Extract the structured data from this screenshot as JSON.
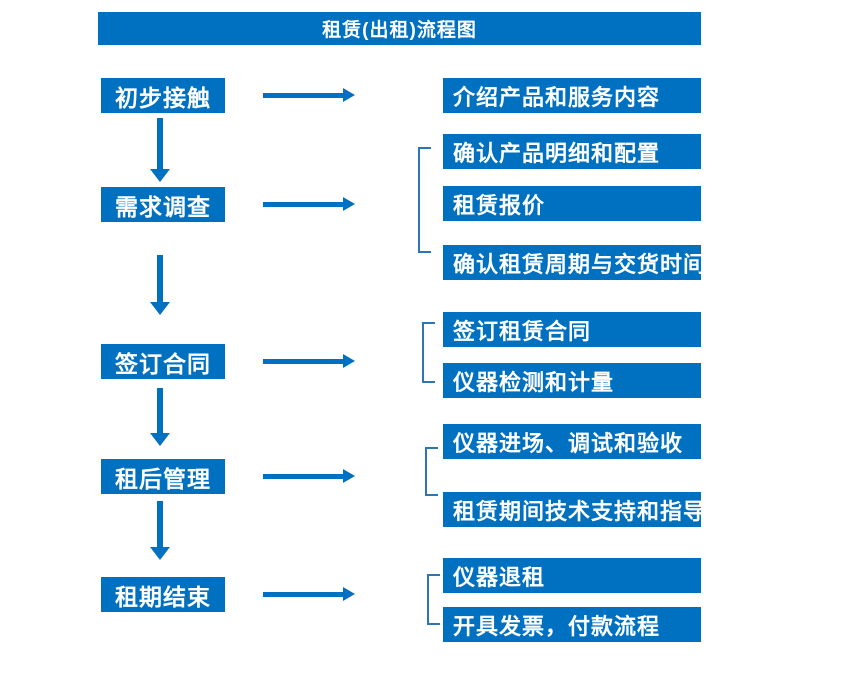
{
  "title": "租赁(出租)流程图",
  "colors": {
    "primary": "#0070C0",
    "bracket": "#2E75B6",
    "box_text": "#FFFFFF",
    "canvas_bg": "#FFFFFF"
  },
  "flow": {
    "steps": [
      {
        "label": "初步接触",
        "details": [
          "介绍产品和服务内容"
        ]
      },
      {
        "label": "需求调查",
        "details": [
          "确认产品明细和配置",
          "租赁报价",
          "确认租赁周期与交货时间"
        ]
      },
      {
        "label": "签订合同",
        "details": [
          "签订租赁合同",
          "仪器检测和计量"
        ]
      },
      {
        "label": "租后管理",
        "details": [
          "仪器进场、调试和验收",
          "租赁期间技术支持和指导"
        ]
      },
      {
        "label": "租期结束",
        "details": [
          "仪器退租",
          "开具发票，付款流程"
        ]
      }
    ]
  }
}
